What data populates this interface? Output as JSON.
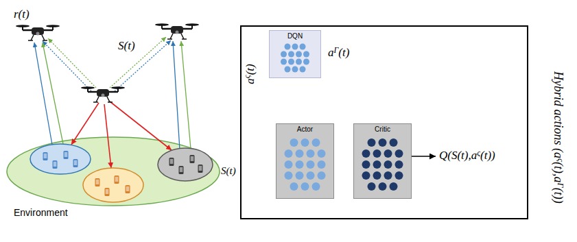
{
  "diagram": {
    "nodes": [
      {
        "text": [
          "Environment"
        ]
      },
      {
        "text": [
          "Hybrid actions (aς(t),aΓ(t))"
        ]
      },
      {
        "text": [
          "DQN"
        ],
        "in": 1
      },
      {
        "text": [
          "Actor"
        ],
        "in": 1
      },
      {
        "text": [
          "Critic"
        ],
        "in": 1
      }
    ],
    "edges": [
      {
        "from": 0,
        "to": 2,
        "label": "S(t)",
        "arrow": "to"
      },
      {
        "from": 0,
        "to": 3,
        "label": "S(t)",
        "arrow": "to"
      },
      {
        "from": 0,
        "to": 4,
        "arrow": "to"
      },
      {
        "from": 3,
        "to": 4,
        "arrow": "to"
      },
      {
        "from": 3,
        "to": 2,
        "label": "aς(t)",
        "arrow": "to"
      },
      {
        "from": 0,
        "to": 2,
        "label": "r(t)",
        "arrow": "to"
      },
      {
        "from": 0,
        "to": 4,
        "arrow": "to"
      },
      {
        "from": 1,
        "to": 0,
        "arrow": "to"
      }
    ],
    "labels": [
      "aΓ(t)",
      "Q(S(t),aς(t))"
    ]
  }
}
